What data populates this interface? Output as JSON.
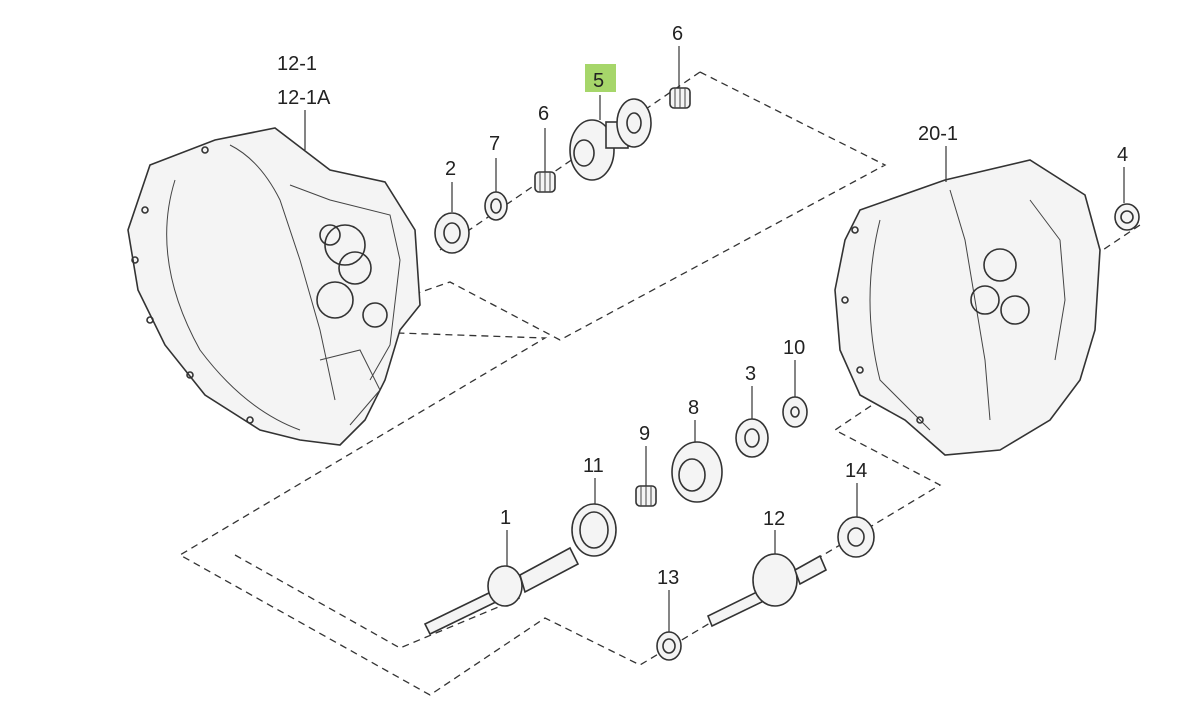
{
  "diagram": {
    "highlight_color": "#a6d66a",
    "line_color": "#333333",
    "callouts": [
      {
        "id": "c-12-1",
        "text": "12-1"
      },
      {
        "id": "c-12-1a",
        "text": "12-1A"
      },
      {
        "id": "c-2",
        "text": "2"
      },
      {
        "id": "c-7",
        "text": "7"
      },
      {
        "id": "c-6a",
        "text": "6"
      },
      {
        "id": "c-5",
        "text": "5",
        "highlighted": true
      },
      {
        "id": "c-6b",
        "text": "6"
      },
      {
        "id": "c-20-1",
        "text": "20-1"
      },
      {
        "id": "c-4",
        "text": "4"
      },
      {
        "id": "c-10",
        "text": "10"
      },
      {
        "id": "c-3",
        "text": "3"
      },
      {
        "id": "c-8",
        "text": "8"
      },
      {
        "id": "c-9",
        "text": "9"
      },
      {
        "id": "c-11",
        "text": "11"
      },
      {
        "id": "c-1",
        "text": "1"
      },
      {
        "id": "c-12",
        "text": "12"
      },
      {
        "id": "c-14",
        "text": "14"
      },
      {
        "id": "c-13",
        "text": "13"
      }
    ]
  }
}
